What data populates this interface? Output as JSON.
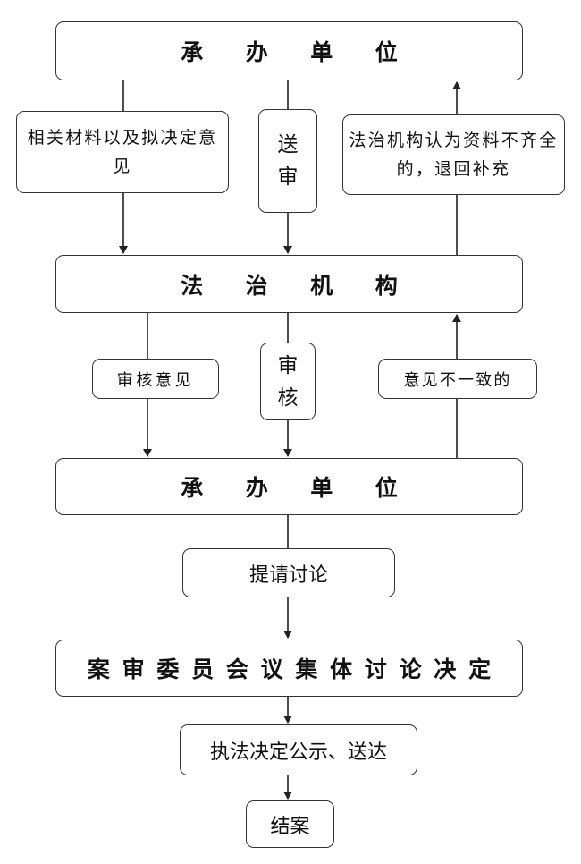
{
  "nodes": {
    "unit_top": "承办单位",
    "legal_office": "法治机构",
    "unit_mid": "承办单位",
    "request_discussion": "提请讨论",
    "committee": "案审委员会议集体讨论决定",
    "publish": "执法决定公示、送达",
    "close": "结案"
  },
  "labels": {
    "materials": "相关材料以及拟决定意见",
    "submit": "送审",
    "incomplete": "法治机构认为资料不齐全的，退回补充",
    "review_opinion": "审核意见",
    "review": "审核",
    "disagree": "意见不一致的"
  }
}
